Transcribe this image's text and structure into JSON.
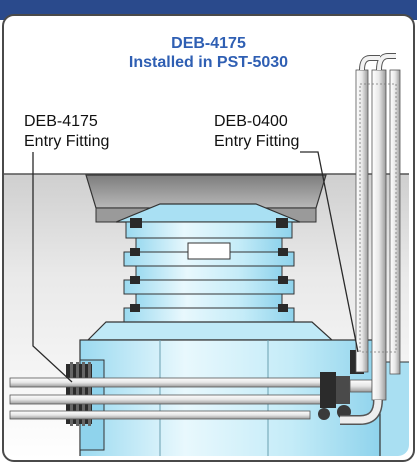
{
  "title": {
    "line1": "DEB-4175",
    "line2": "Installed in PST-5030"
  },
  "callouts": {
    "left": {
      "line1": "DEB-4175",
      "line2": "Entry Fitting"
    },
    "right": {
      "line1": "DEB-0400",
      "line2": "Entry Fitting"
    }
  },
  "colors": {
    "header": "#2a4a8c",
    "title": "#2f5fb3",
    "sump": "#bfe9f7",
    "sump_dark": "#6fc7e6",
    "ground": "#dcdcdc",
    "lid": "#8a8a8a",
    "outline": "#1a1a1a"
  }
}
